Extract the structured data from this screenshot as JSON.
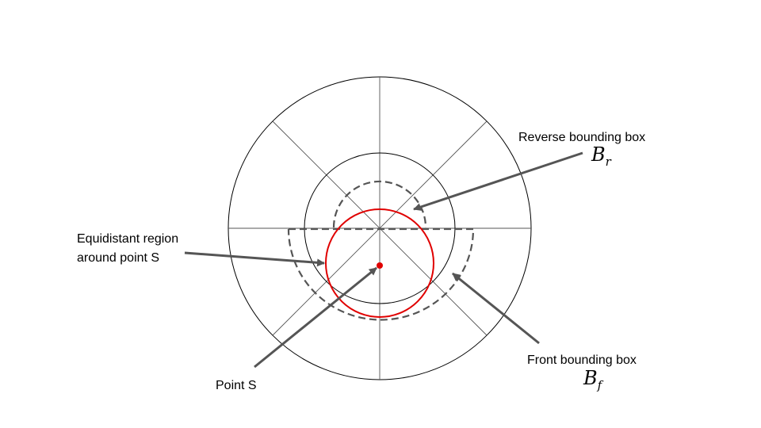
{
  "labels": {
    "reverse_box": "Reverse bounding box",
    "reverse_symbol": "B",
    "reverse_subscript": "r",
    "equidistant_line1": "Equidistant region",
    "equidistant_line2": "around point S",
    "front_box": "Front bounding box",
    "front_symbol": "B",
    "front_subscript": "f",
    "point": "Point S"
  },
  "colors": {
    "circle_stroke": "#000000",
    "sector_line": "#555555",
    "dashed": "#555555",
    "equidistant_circle": "#e00000",
    "point_fill": "#e00000",
    "arrow": "#555555",
    "text": "#000000"
  }
}
